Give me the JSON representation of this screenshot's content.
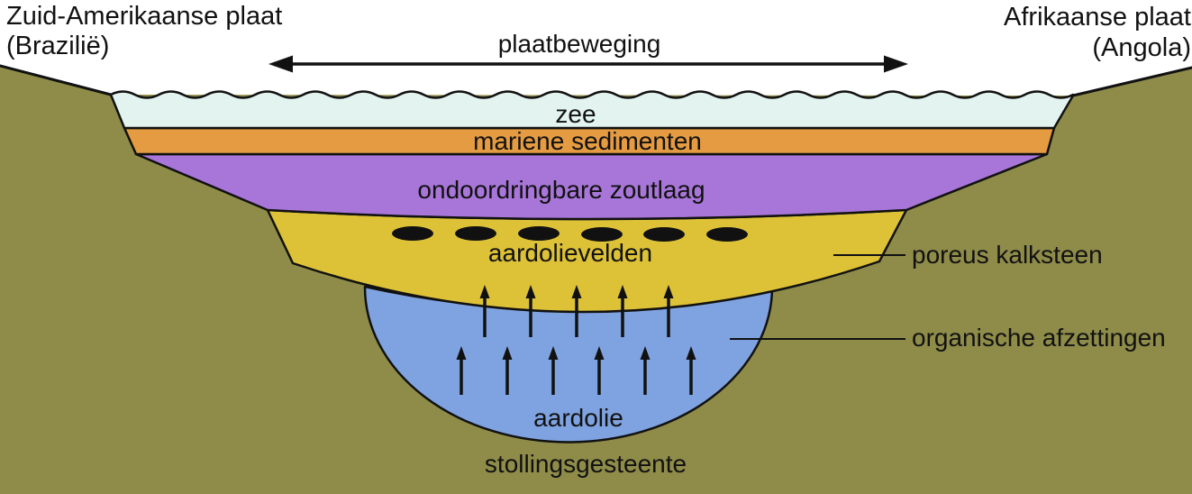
{
  "title_left": {
    "line1": "Zuid-Amerikaanse plaat",
    "line2": "(Brazilië)"
  },
  "title_right": {
    "line1": "Afrikaanse plaat",
    "line2": "(Angola)"
  },
  "plate_movement": {
    "label": "plaatbeweging"
  },
  "layers": {
    "sea": {
      "label": "zee",
      "color": "#e3f4f0"
    },
    "marine_sediments": {
      "label": "mariene sedimenten",
      "color": "#e49b41"
    },
    "salt": {
      "label": "ondoordringbare zoutlaag",
      "color": "#a876d8"
    },
    "limestone": {
      "label": "aardolievelden",
      "color": "#ddc238"
    },
    "oil": {
      "label": "aardolie",
      "color": "#7fa3e0"
    },
    "ground": {
      "label": "stollingsgesteente",
      "color": "#8f8c4a"
    }
  },
  "annotations": {
    "limestone": "poreus kalksteen",
    "organic": "organische afzettingen"
  },
  "oil_fields": {
    "dot_count": 6
  },
  "oil_migration": {
    "upper_arrows": 5,
    "lower_arrows": 6
  },
  "line_color": "#111111"
}
